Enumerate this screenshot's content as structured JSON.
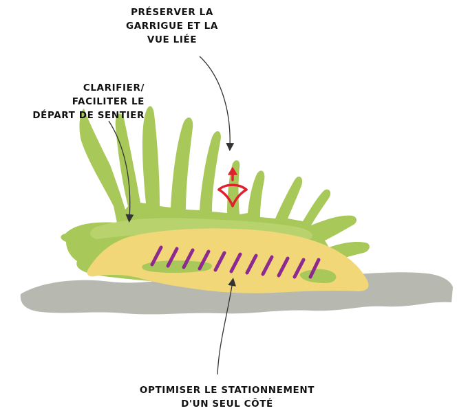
{
  "annotations": {
    "garrigue": {
      "lines": [
        "Préserver la",
        "garrigue et la",
        "vue liée"
      ]
    },
    "sentier": {
      "lines": [
        "Clarifier/",
        "faciliter le",
        "départ de sentier"
      ]
    },
    "stationnement": {
      "lines": [
        "Optimiser le stationnement",
        "d'un seul côté"
      ]
    }
  },
  "colors": {
    "garrigue_green": "#a8c95a",
    "garrigue_green_light": "#b9d36d",
    "parking_yellow": "#f1d778",
    "road_grey": "#b7b9b1",
    "hatch_purple": "#8c2a8f",
    "view_symbol_red": "#e0202c",
    "arrow_dark": "#333333"
  },
  "icons": {
    "view": "eye-view-arrow-icon",
    "arrowhead": "arrowhead-icon"
  }
}
